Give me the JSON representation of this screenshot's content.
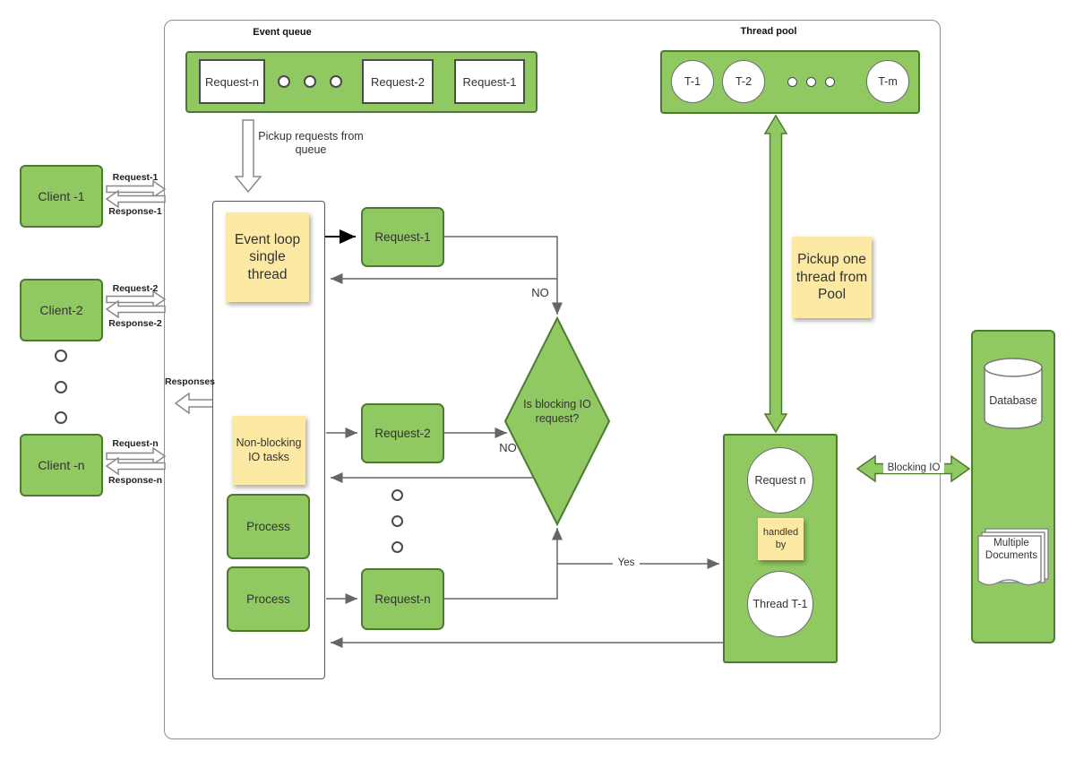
{
  "colors": {
    "shape_green": "#90c962",
    "shape_green_border": "#4d7a31",
    "note_yellow": "#fce9a4",
    "connector_gray": "#666666"
  },
  "event_queue": {
    "title": "Event queue",
    "items": [
      "Request-n",
      "Request-2",
      "Request-1"
    ]
  },
  "thread_pool": {
    "title": "Thread pool",
    "threads": [
      "T-1",
      "T-2",
      "T-m"
    ]
  },
  "clients": [
    {
      "name": "Client -1",
      "request": "Request-1",
      "response": "Response-1"
    },
    {
      "name": "Client-2",
      "request": "Request-2",
      "response": "Response-2"
    },
    {
      "name": "Client -n",
      "request": "Request-n",
      "response": "Response-n"
    }
  ],
  "event_loop": {
    "note": "Event loop single thread",
    "io_note": "Non-blocking IO tasks",
    "process1": "Process",
    "process2": "Process"
  },
  "requests": {
    "r1": "Request-1",
    "r2": "Request-2",
    "rn": "Request-n"
  },
  "decision": {
    "question": "Is blocking IO request?",
    "no_top": "NO",
    "no_left": "NO",
    "yes": "Yes"
  },
  "labels": {
    "pickup_requests": "Pickup requests from queue",
    "responses": "Responses",
    "pickup_thread": "Pickup one thread from Pool",
    "blocking_io": "Blocking IO"
  },
  "handler": {
    "request": "Request n",
    "handled_by": "handled by",
    "thread": "Thread T-1"
  },
  "database": {
    "db_label": "Database",
    "docs_label": "Multiple Documents"
  }
}
